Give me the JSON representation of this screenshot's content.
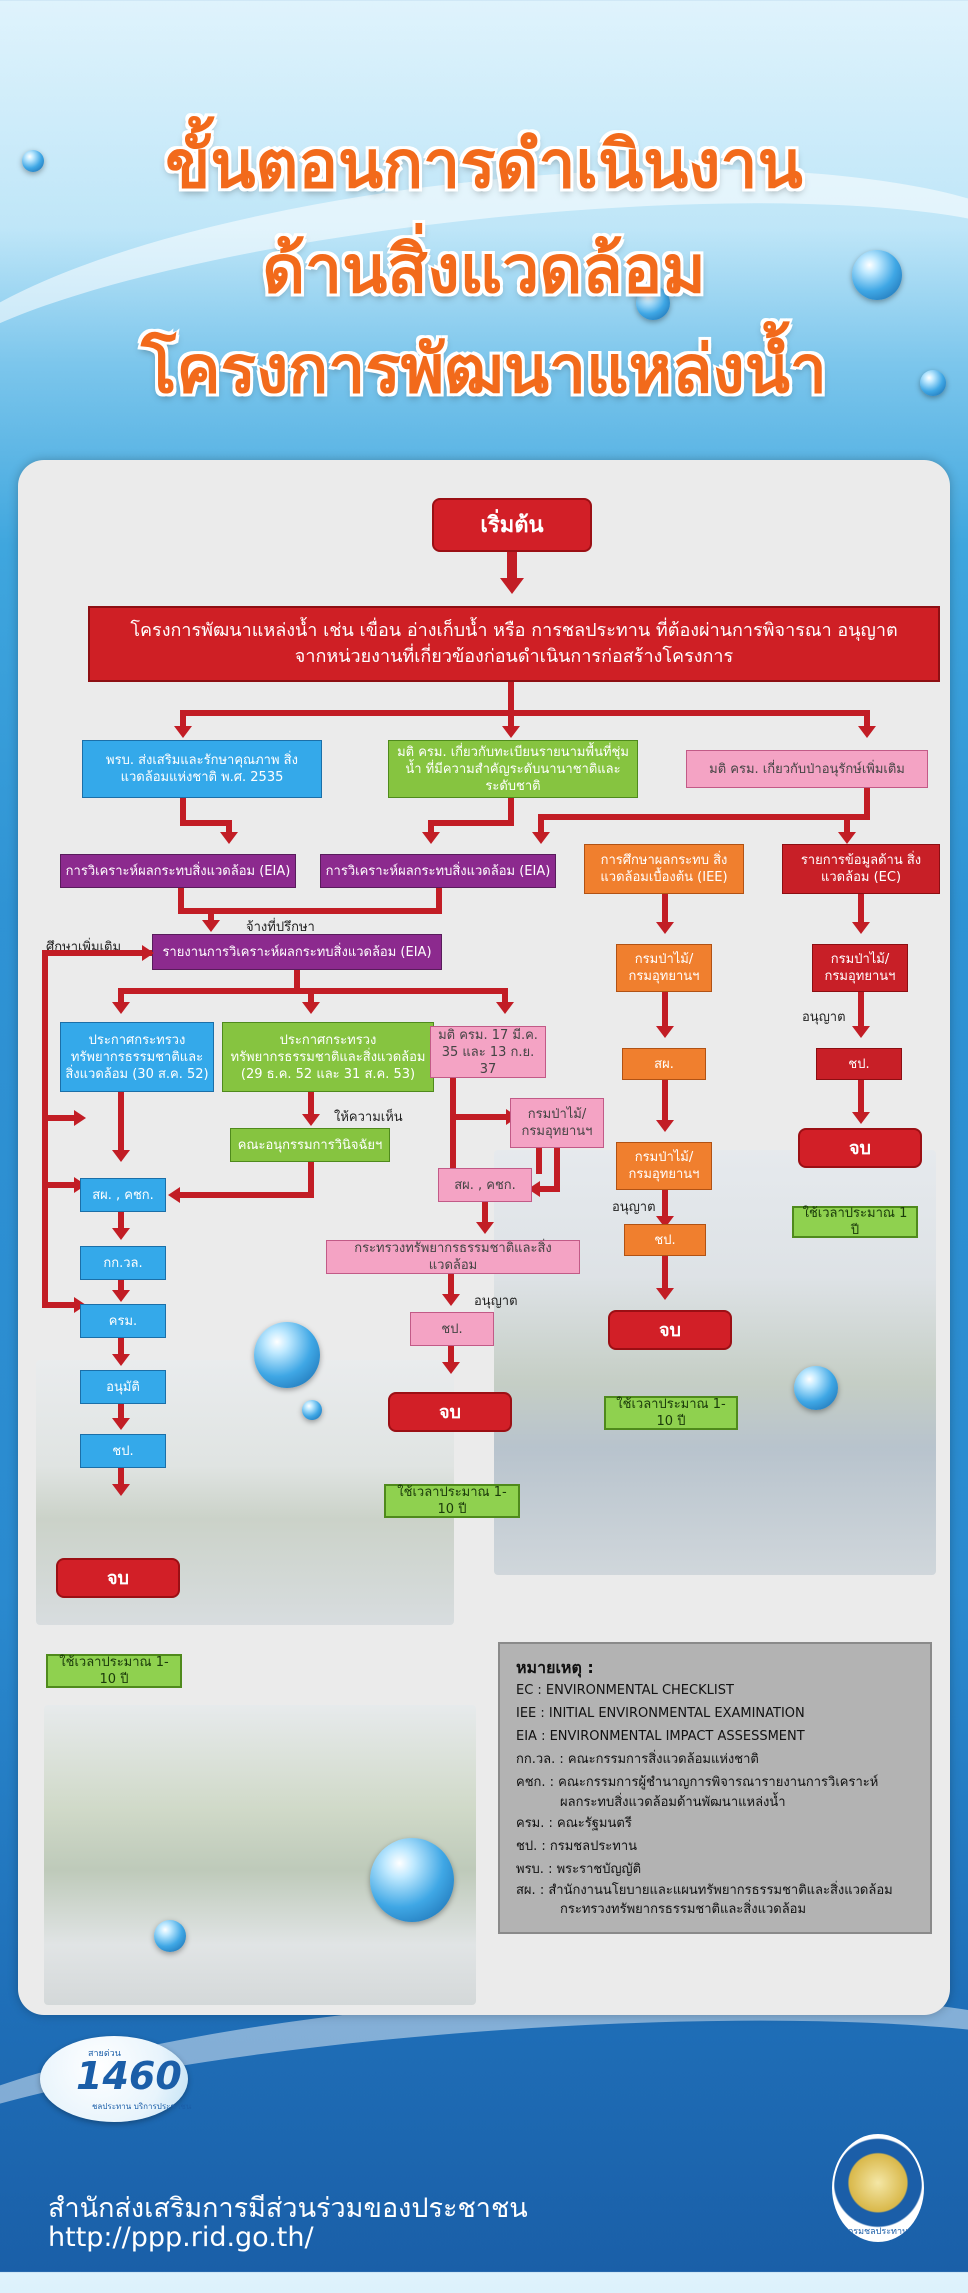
{
  "title": {
    "line1": "ขั้นตอนการดำเนินงาน",
    "line2": "ด้านสิ่งแวดล้อม",
    "line3": "โครงการพัฒนาแหล่งน้ำ"
  },
  "flow": {
    "start": "เริ่มต้น",
    "project": "โครงการพัฒนาแหล่งน้ำ เช่น เขื่อน อ่างเก็บน้ำ หรือ การชลประทาน ที่ต้องผ่านการพิจารณา อนุญาตจากหน่วยงานที่เกี่ยวข้องก่อนดำเนินการก่อสร้างโครงการ",
    "act_env": "พรบ. ส่งเสริมและรักษาคุณภาพ สิ่งแวดล้อมแห่งชาติ พ.ศ. 2535",
    "cabinet_wetland": "มติ ครม. เกี่ยวกับทะเบียนรายนามพื้นที่ชุ่มน้ำ ที่มีความสำคัญระดับนานาชาติและระดับชาติ",
    "cabinet_conserve": "มติ ครม. เกี่ยวกับป่าอนุรักษ์เพิ่มเติม",
    "eia1": "การวิเคราะห์ผลกระทบสิ่งแวดล้อม (EIA)",
    "eia2": "การวิเคราะห์ผลกระทบสิ่งแวดล้อม (EIA)",
    "iee": "การศึกษาผลกระทบ สิ่งแวดล้อมเบื้องต้น (IEE)",
    "ec": "รายการข้อมูลด้าน สิ่งแวดล้อม (EC)",
    "consultant": "จ้างที่ปรึกษา",
    "study_more": "ศึกษาเพิ่มเติม",
    "eia_report": "รายงานการวิเคราะห์ผลกระทบสิ่งแวดล้อม (EIA)",
    "announce1": "ประกาศกระทรวง ทรัพยากรธรรมชาติและ สิ่งแวดล้อม (30 ส.ค. 52)",
    "announce2": "ประกาศกระทรวง ทรัพยากรธรรมชาติและสิ่งแวดล้อม (29 ธ.ค. 52 และ 31 ส.ค. 53)",
    "cabinet_dates": "มติ ครม. 17 มี.ค. 35 และ 13 ก.ย. 37",
    "give_opinion": "ให้ความเห็น",
    "subcommittee": "คณะอนุกรรมการวินิจฉัยฯ",
    "forest_dept": "กรมป่าไม้/ กรมอุทยานฯ",
    "onep": "สผ.",
    "onep_kcn": "สผ. , คชก.",
    "nec": "กก.วล.",
    "cabinet": "ครม.",
    "approve": "อนุมัติ",
    "rid": "ชป.",
    "end": "จบ",
    "ministry": "กระทรวงทรัพยากรธรรมชาติและสิ่งแวดล้อม",
    "permit": "อนุญาต",
    "time_1_10": "ใช้เวลาประมาณ 1-10 ปี",
    "time_1": "ใช้เวลาประมาณ 1 ปี"
  },
  "notes": {
    "heading": "หมายเหตุ :",
    "items": [
      "EC : ENVIRONMENTAL CHECKLIST",
      "IEE : INITIAL ENVIRONMENTAL EXAMINATION",
      "EIA : ENVIRONMENTAL IMPACT ASSESSMENT",
      "กก.วล. : คณะกรรมการสิ่งแวดล้อมแห่งชาติ",
      "คชก. : คณะกรรมการผู้ชำนาญการพิจารณารายงานการวิเคราะห์",
      "ผลกระทบสิ่งแวดล้อมด้านพัฒนาแหล่งน้ำ",
      "ครม. : คณะรัฐมนตรี",
      "ชป. : กรมชลประทาน",
      "พรบ. : พระราชบัญญัติ",
      "สผ. : สำนักงานนโยบายและแผนทรัพยากรธรรมชาติและสิ่งแวดล้อม",
      "กระทรวงทรัพยากรธรรมชาติและสิ่งแวดล้อม"
    ]
  },
  "hotline": {
    "number": "1460",
    "top_text": "สายด่วน",
    "sub_text": "ชลประทาน บริการประชาชน"
  },
  "footer": {
    "office": "สำนักส่งเสริมการมีส่วนร่วมของประชาชน",
    "url": "http://ppp.rid.go.th/",
    "seal_text": "กรมชลประทาน"
  },
  "colors": {
    "title": "#f26a1b",
    "arrow": "#c21d25",
    "panel": "#ebebeb"
  }
}
